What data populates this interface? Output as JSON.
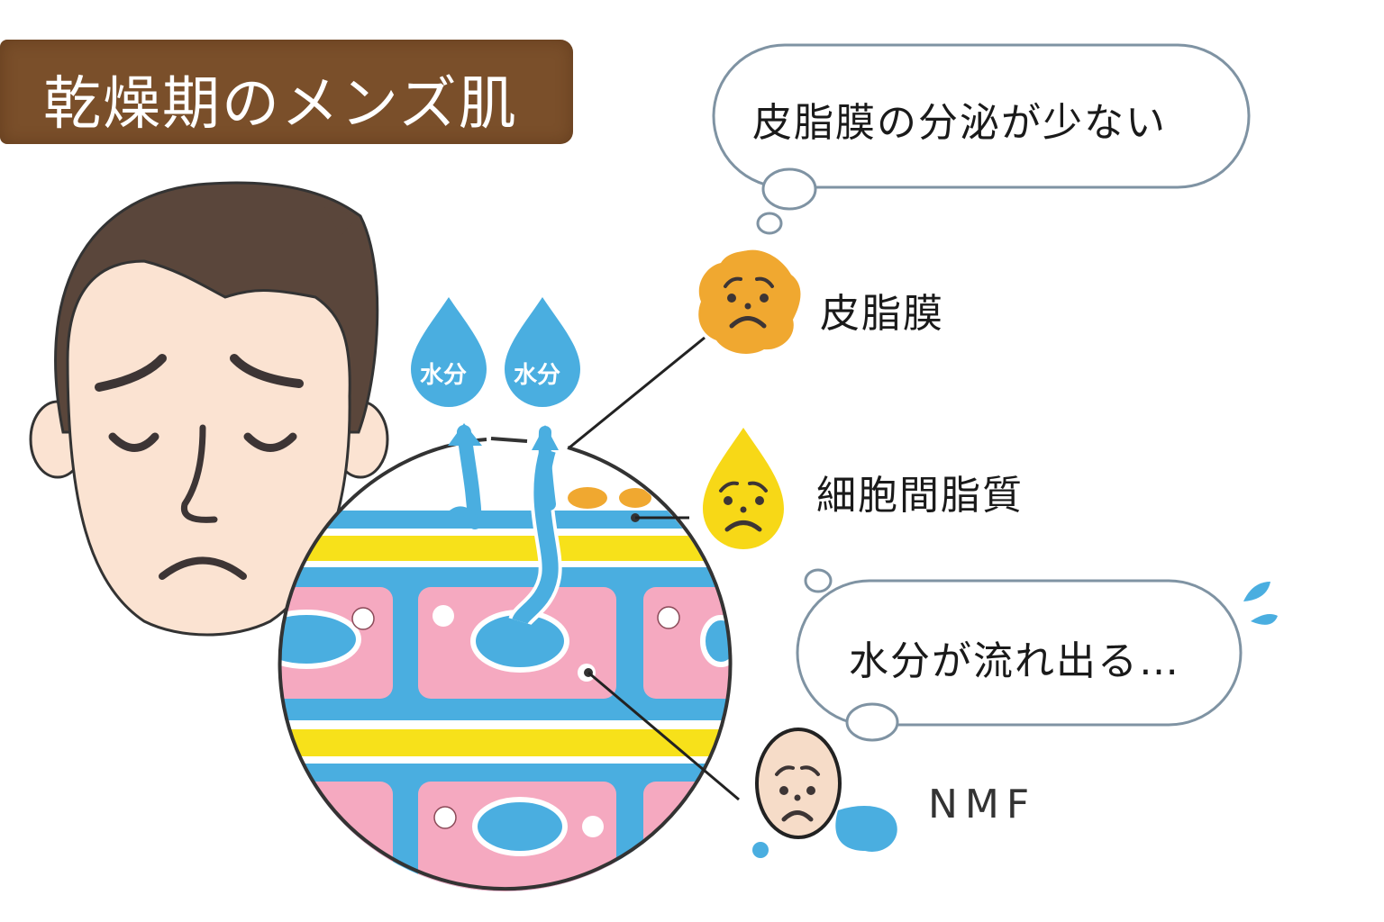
{
  "title": "乾燥期のメンズ肌",
  "bubbles": {
    "top": "皮脂膜の分泌が少ない",
    "bottom": "水分が流れ出る…"
  },
  "drops": [
    {
      "label": "水分"
    },
    {
      "label": "水分"
    }
  ],
  "items": [
    {
      "label": "皮脂膜",
      "icon": "sad-orange-blob-icon",
      "color": "#f0a830"
    },
    {
      "label": "細胞間脂質",
      "icon": "sad-yellow-drop-icon",
      "color": "#f7d817"
    },
    {
      "label": "NMF",
      "icon": "sad-beige-face-icon",
      "color": "#f6dcc8"
    }
  ],
  "colors": {
    "title_bg": "#7a4f2a",
    "water": "#4aaee0",
    "lipid": "#f7e11a",
    "cell": "#f5a9c0",
    "skin": "#fbe3d2",
    "hair": "#5a463b",
    "outline": "#333333",
    "bubble_stroke": "#7f93a3"
  }
}
